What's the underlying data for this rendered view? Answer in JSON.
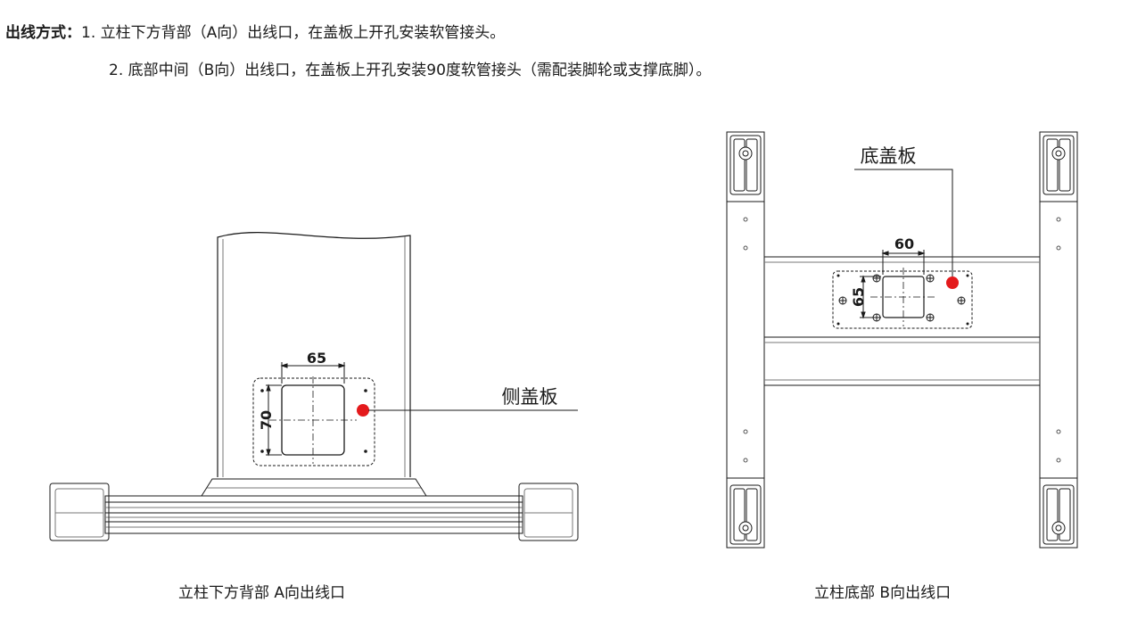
{
  "header": {
    "label": "出线方式：",
    "line1": "1. 立柱下方背部（A向）出线口，在盖板上开孔安装软管接头。",
    "line2": "2. 底部中间（B向）出线口，在盖板上开孔安装90度软管接头（需配装脚轮或支撑底脚）。"
  },
  "left_view": {
    "dim_width": "65",
    "dim_height": "70",
    "callout": "侧盖板",
    "caption": "立柱下方背部 A向出线口",
    "marker_color": "#e41a1c"
  },
  "right_view": {
    "dim_width": "60",
    "dim_height": "65",
    "callout": "底盖板",
    "caption": "立柱底部 B向出线口",
    "marker_color": "#e41a1c"
  }
}
